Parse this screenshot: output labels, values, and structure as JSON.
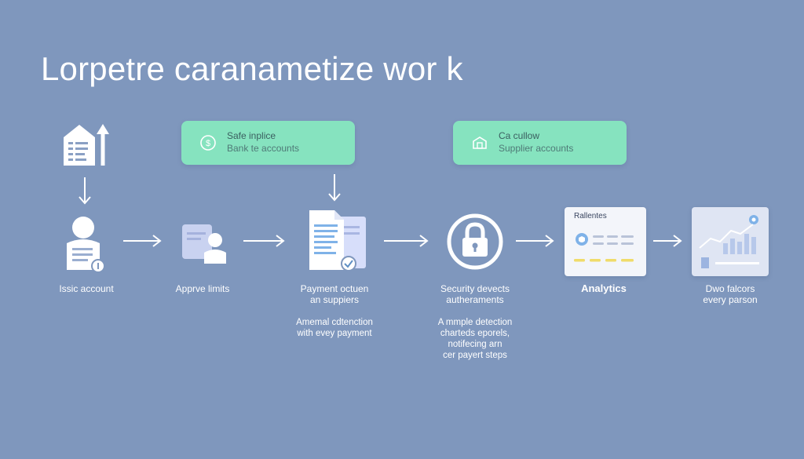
{
  "title": "Lorpetre caranametize wor k",
  "callouts": [
    {
      "line1": "Safe inplice",
      "line2": "Bank te accounts"
    },
    {
      "line1": "Ca cullow",
      "line2": "Supplier accounts"
    }
  ],
  "steps": [
    {
      "label": [
        "Issic account"
      ]
    },
    {
      "label": [
        "Apprve limits"
      ]
    },
    {
      "label": [
        "Payment octuen",
        "an suppiers"
      ]
    },
    {
      "label": [
        "Security devects",
        "autheraments"
      ]
    },
    {
      "label": [
        "Analytics"
      ]
    },
    {
      "label": [
        "Dwo falcors",
        "every parson"
      ]
    }
  ],
  "notes": [
    [
      "Amemal cdtenction",
      "with evey payment"
    ],
    [
      "A mmple detection",
      "charteds eporels,",
      "notifecing arn",
      "cer payert steps"
    ]
  ],
  "analytics_card": {
    "title": "Rallentes"
  },
  "colors": {
    "background": "#7f97bd",
    "callout": "#86e3bf",
    "accent_blue": "#7fb2e8",
    "accent_yellow": "#f0dc6a"
  }
}
